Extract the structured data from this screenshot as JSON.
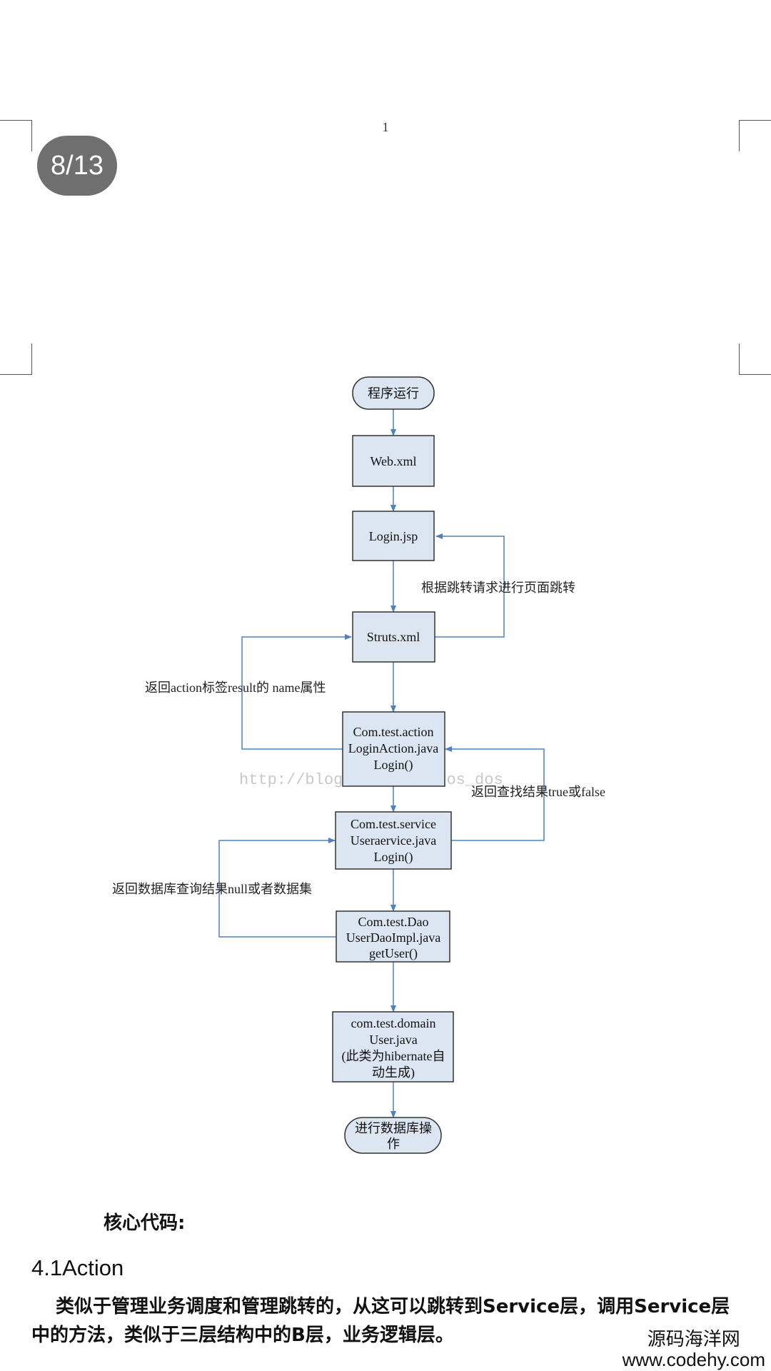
{
  "page_indicator": "8/13",
  "page_number": "1",
  "flowchart": {
    "nodes": {
      "start": "程序运行",
      "web_xml": "Web.xml",
      "login_jsp": "Login.jsp",
      "struts_xml": "Struts.xml",
      "action": [
        "Com.test.action",
        "LoginAction.java",
        "Login()"
      ],
      "service": [
        "Com.test.service",
        "Useraervice.java",
        "Login()"
      ],
      "dao": [
        "Com.test.Dao",
        "UserDaoImpl.java",
        "getUser()"
      ],
      "domain": [
        "com.test.domain",
        "User.java",
        "(此类为hibernate自",
        "动生成)"
      ],
      "end": [
        "进行数据库操",
        "作"
      ]
    },
    "edge_labels": {
      "redirect": "根据跳转请求进行页面跳转",
      "return_result": "返回action标签result的 name属性",
      "return_bool": "返回查找结果true或false",
      "return_db": "返回数据库查询结果null或者数据集"
    },
    "watermark": "http://blog.csdn.net/dos_dos"
  },
  "core_label": "核心代码:",
  "section_heading": "4.1Action",
  "paragraph": "类似于管理业务调度和管理跳转的，从这可以跳转到Service层，调用Service层中的方法，类似于三层结构中的B层，业务逻辑层。",
  "site_watermark": {
    "name": "源码海洋网",
    "url": "www.codehy.com"
  },
  "colors": {
    "node_fill": "#dce6f2",
    "node_border": "#333333",
    "arrow": "#4f81bd"
  }
}
